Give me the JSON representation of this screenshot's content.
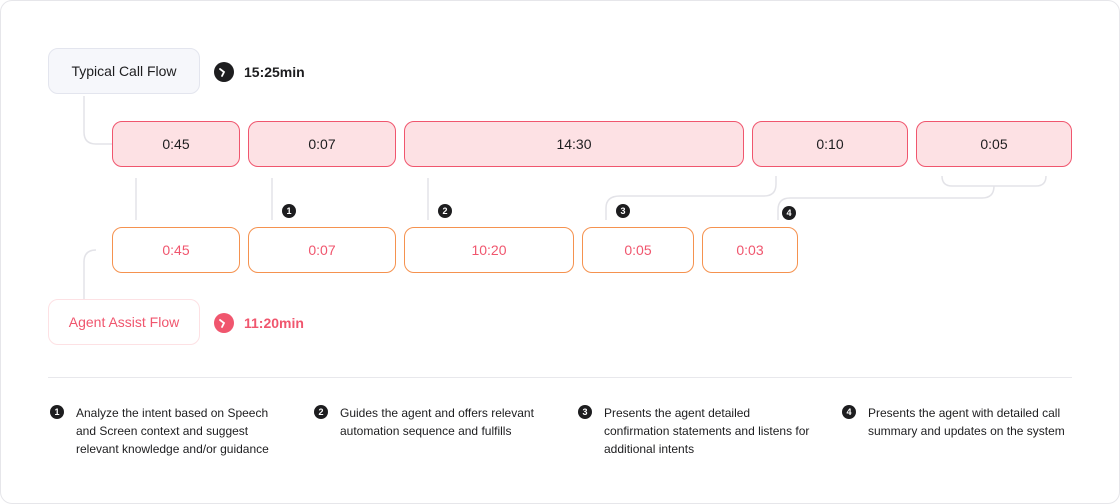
{
  "typical_flow": {
    "label": "Typical Call Flow",
    "total": "15:25min",
    "segments": [
      "0:45",
      "0:07",
      "14:30",
      "0:10",
      "0:05"
    ]
  },
  "assist_flow": {
    "label": "Agent Assist Flow",
    "total": "11:20min",
    "segments": [
      "0:45",
      "0:07",
      "10:20",
      "0:05",
      "0:03"
    ]
  },
  "markers": [
    "1",
    "2",
    "3",
    "4"
  ],
  "legend": [
    {
      "num": "1",
      "text": "Analyze the intent based on Speech and Screen context and suggest relevant knowledge and/or guidance"
    },
    {
      "num": "2",
      "text": "Guides the agent and offers relevant automation sequence and fulfills"
    },
    {
      "num": "3",
      "text": "Presents the agent detailed confirmation statements and listens for additional intents"
    },
    {
      "num": "4",
      "text": "Presents the agent with detailed call summary and updates on the system"
    }
  ],
  "colors": {
    "accent": "#f0566e",
    "orange_border": "#f5924f",
    "pink_fill": "#fde1e4",
    "dark": "#1d1d1f"
  }
}
